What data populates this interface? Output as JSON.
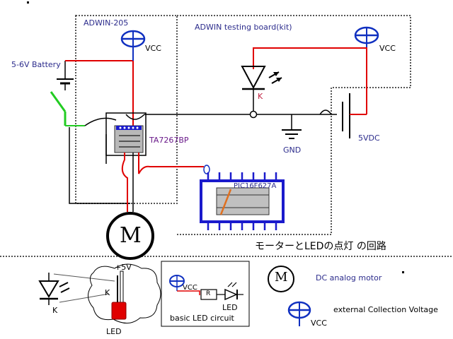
{
  "labels": {
    "adwin_box": "ADWIN-205",
    "testing_board": "ADWIN testing board(kit)",
    "battery": "5-6V Battery",
    "vcc1": "VCC",
    "vcc2": "VCC",
    "k_top": "K",
    "chip": "TA7267BP",
    "gnd": "GND",
    "supply": "5VDC",
    "pic": "PIC16F627A",
    "motor_symbol": "M",
    "title_jp": "モーターとLEDの点灯 の回路"
  },
  "legend": {
    "plus5v": "+5V",
    "k_left": "K",
    "k_right": "K",
    "led": "LED",
    "basic_title": "basic LED circuit",
    "basic_vcc": "VCC",
    "resistor": "R",
    "basic_led": "LED",
    "motor_symbol": "M",
    "motor_desc": "DC analog motor",
    "ext_desc": "external Collection Voltage",
    "ext_vcc": "VCC"
  },
  "colors": {
    "wire": "#000000",
    "power_wire": "#e00000",
    "box_border": "#555555",
    "label_navy": "#2c2c8c",
    "label_purple": "#6a1a8a",
    "vcc_symbol": "#1030c0",
    "chip_body": "#1a1acc",
    "switch": "#22cc22"
  }
}
